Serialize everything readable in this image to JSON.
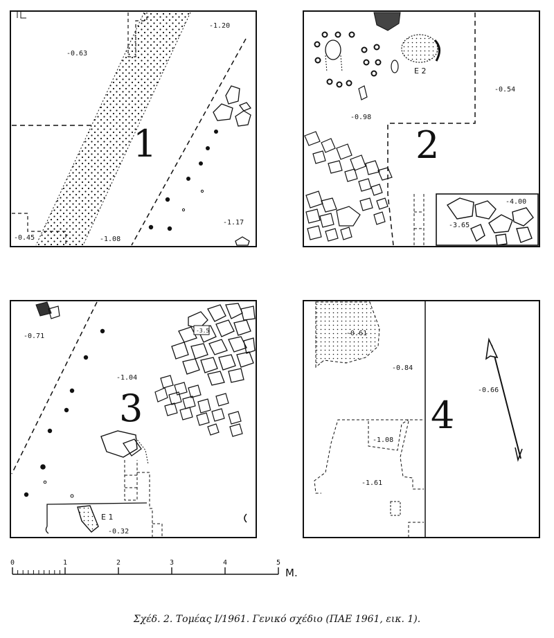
{
  "sectors": [
    {
      "number": "1",
      "elevations": [
        "-1.20",
        "-0.63",
        "-0.45",
        "-1.08",
        "-1.17"
      ]
    },
    {
      "number": "2",
      "elevations": [
        "-0.54",
        "-0.98",
        "-4.00",
        "-3.65"
      ],
      "labels": [
        "Ε 2"
      ]
    },
    {
      "number": "3",
      "elevations": [
        "-0.71",
        "-1.04",
        "-0.32",
        "-3.5"
      ],
      "labels": [
        "Ε 1"
      ]
    },
    {
      "number": "4",
      "elevations": [
        "-0.61",
        "-0.84",
        "-0.66",
        "-1.08",
        "-1.61"
      ]
    }
  ],
  "scale": {
    "ticks": [
      "0",
      "1",
      "2",
      "3",
      "4",
      "5"
    ],
    "unit": "Μ."
  },
  "caption": "Σχέδ. 2. Τομέας Ι/1961. Γενικό σχέδιο (ΠΑΕ 1961, εικ. 1)."
}
